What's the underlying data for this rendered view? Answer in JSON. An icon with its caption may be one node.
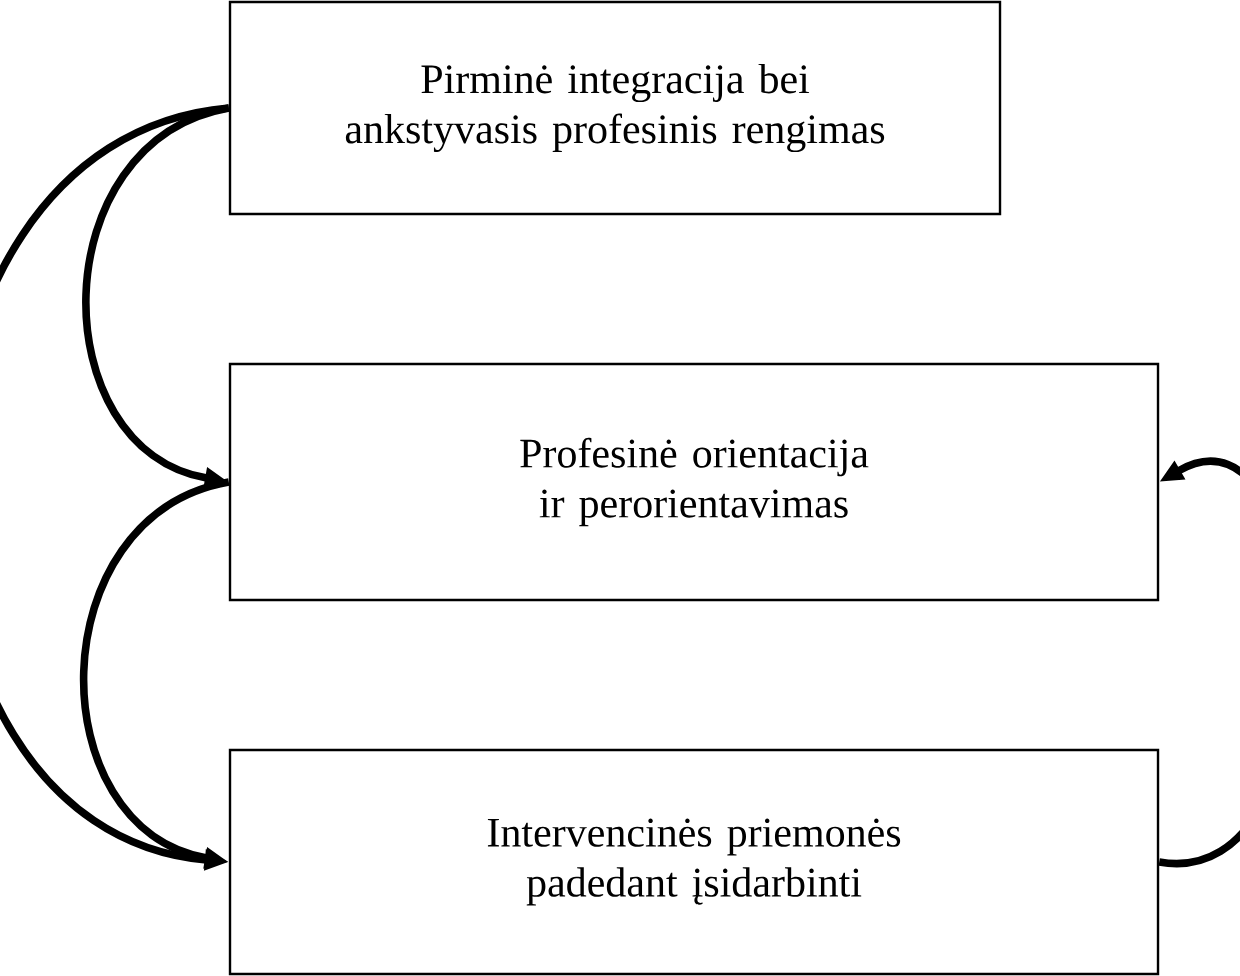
{
  "diagram": {
    "nodes": [
      {
        "text": [
          "Pirminė integracija bei ankstyvasis profesinis rengimas"
        ]
      },
      {
        "text": [
          "Profesinė orientacija ir perorientavimas"
        ]
      },
      {
        "text": [
          "Intervencinės priemonės padedant įsidarbinti"
        ]
      }
    ],
    "edges": [
      {
        "from": 0,
        "to": 1,
        "arrow": "to"
      },
      {
        "from": 0,
        "to": 2,
        "arrow": "to"
      },
      {
        "from": 1,
        "to": 2,
        "arrow": "to"
      },
      {
        "from": 2,
        "to": 1,
        "arrow": "to"
      }
    ]
  }
}
